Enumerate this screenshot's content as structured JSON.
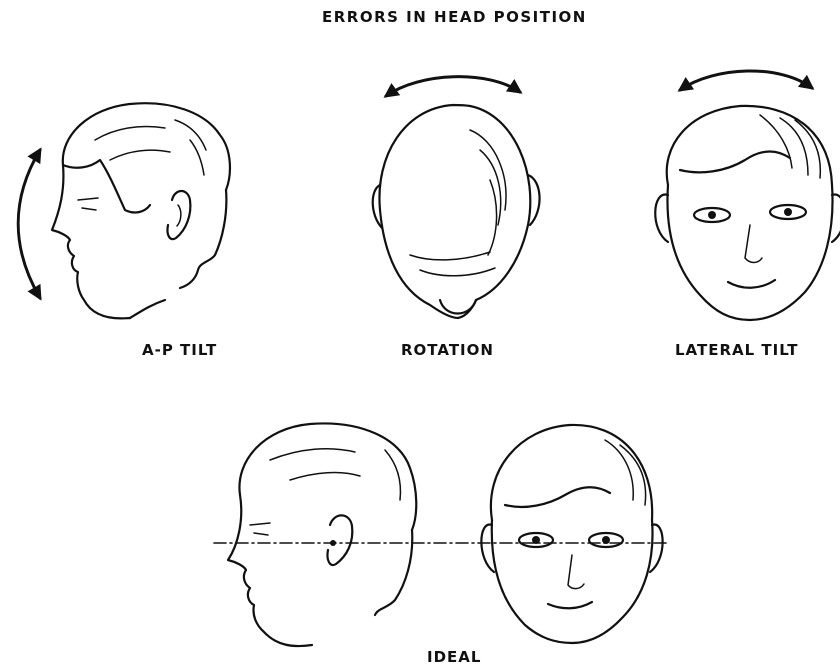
{
  "figure": {
    "title": "ERRORS IN HEAD POSITION",
    "panels": [
      {
        "label": "A-P TILT"
      },
      {
        "label": "ROTATION"
      },
      {
        "label": "LATERAL TILT"
      }
    ],
    "ideal_label": "IDEAL"
  }
}
